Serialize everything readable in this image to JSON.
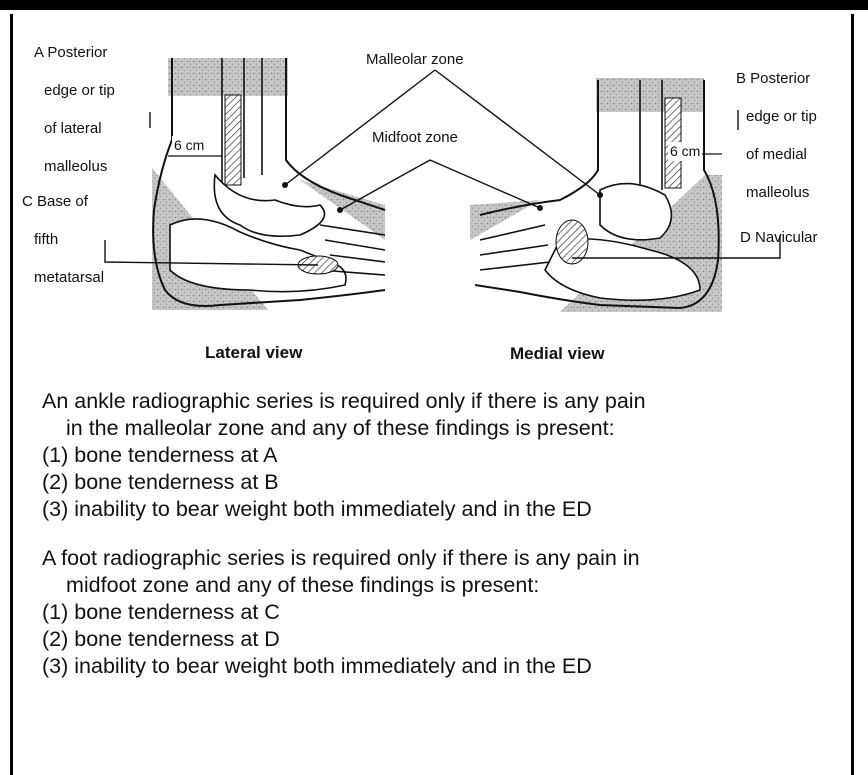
{
  "labels": {
    "a_line1": "A Posterior",
    "a_line2": "edge or tip",
    "a_line3": "of lateral",
    "a_line4": "malleolus",
    "b_line1": "B Posterior",
    "b_line2": "edge or tip",
    "b_line3": "of medial",
    "b_line4": "malleolus",
    "c_line1": "C Base of",
    "c_line2": "fifth",
    "c_line3": "metatarsal",
    "d": "D Navicular",
    "malleolar_zone": "Malleolar zone",
    "midfoot_zone": "Midfoot zone",
    "six_cm_left": "6 cm",
    "six_cm_right": "6 cm"
  },
  "views": {
    "lateral": "Lateral view",
    "medial": "Medial view"
  },
  "ankle_rule": {
    "intro_line1": "An ankle radiographic series is required only if there is any pain",
    "intro_line2": "in the malleolar zone and any of these findings is present:",
    "items": [
      "(1) bone tenderness at A",
      "(2) bone tenderness at B",
      "(3) inability to bear weight both immediately and in the ED"
    ]
  },
  "foot_rule": {
    "intro_line1": "A foot radiographic series is required only if there is any pain in",
    "intro_line2": "midfoot zone and any of these findings is present:",
    "items": [
      "(1) bone tenderness at C",
      "(2) bone tenderness at D",
      "(3) inability to bear weight both immediately and in the ED"
    ]
  }
}
